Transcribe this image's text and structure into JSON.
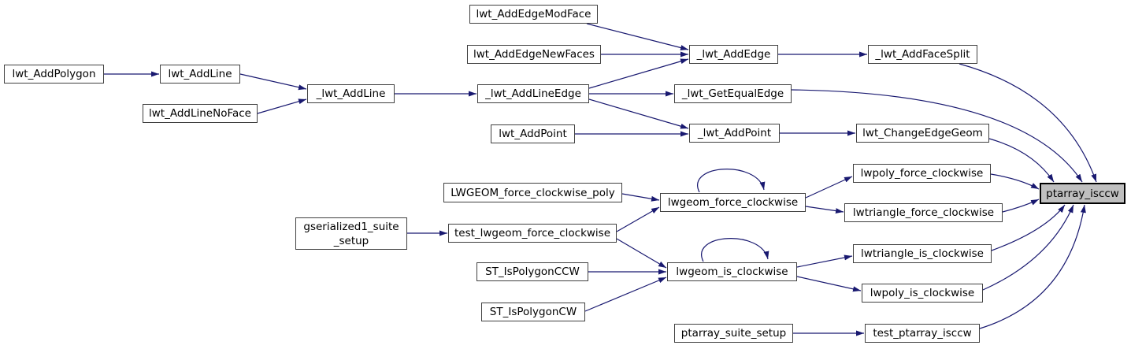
{
  "colors": {
    "background": "#ffffff",
    "edge": "#191970",
    "node_fill": "#ffffff",
    "node_border": "#404040",
    "node_text": "#000000",
    "highlight_fill": "#bfbfbf",
    "highlight_border": "#000000"
  },
  "graph": {
    "highlighted_node": "ptarray_isccw",
    "nodes": [
      {
        "id": "lwt_AddPolygon",
        "label": "lwt_AddPolygon"
      },
      {
        "id": "lwt_AddLine",
        "label": "lwt_AddLine"
      },
      {
        "id": "lwt_AddLineNoFace",
        "label": "lwt_AddLineNoFace"
      },
      {
        "id": "_lwt_AddLine",
        "label": "_lwt_AddLine"
      },
      {
        "id": "lwt_AddEdgeModFace",
        "label": "lwt_AddEdgeModFace"
      },
      {
        "id": "lwt_AddEdgeNewFaces",
        "label": "lwt_AddEdgeNewFaces"
      },
      {
        "id": "_lwt_AddLineEdge",
        "label": "_lwt_AddLineEdge"
      },
      {
        "id": "lwt_AddPoint",
        "label": "lwt_AddPoint"
      },
      {
        "id": "_lwt_AddEdge",
        "label": "_lwt_AddEdge"
      },
      {
        "id": "_lwt_AddFaceSplit",
        "label": "_lwt_AddFaceSplit"
      },
      {
        "id": "_lwt_GetEqualEdge",
        "label": "_lwt_GetEqualEdge"
      },
      {
        "id": "_lwt_AddPoint",
        "label": "_lwt_AddPoint"
      },
      {
        "id": "lwt_ChangeEdgeGeom",
        "label": "lwt_ChangeEdgeGeom"
      },
      {
        "id": "lwpoly_force_clockwise",
        "label": "lwpoly_force_clockwise"
      },
      {
        "id": "lwtriangle_force_clockwise",
        "label": "lwtriangle_force_clockwise"
      },
      {
        "id": "ptarray_isccw",
        "label": "ptarray_isccw"
      },
      {
        "id": "LWGEOM_force_clockwise_poly",
        "label": "LWGEOM_force_clockwise_poly"
      },
      {
        "id": "lwgeom_force_clockwise",
        "label": "lwgeom_force_clockwise"
      },
      {
        "id": "gserialized1_suite_setup",
        "label": "gserialized1_suite\n_setup"
      },
      {
        "id": "test_lwgeom_force_clockwise",
        "label": "test_lwgeom_force_clockwise"
      },
      {
        "id": "ST_IsPolygonCCW",
        "label": "ST_IsPolygonCCW"
      },
      {
        "id": "ST_IsPolygonCW",
        "label": "ST_IsPolygonCW"
      },
      {
        "id": "lwgeom_is_clockwise",
        "label": "lwgeom_is_clockwise"
      },
      {
        "id": "lwtriangle_is_clockwise",
        "label": "lwtriangle_is_clockwise"
      },
      {
        "id": "lwpoly_is_clockwise",
        "label": "lwpoly_is_clockwise"
      },
      {
        "id": "ptarray_suite_setup",
        "label": "ptarray_suite_setup"
      },
      {
        "id": "test_ptarray_isccw",
        "label": "test_ptarray_isccw"
      }
    ],
    "edges": [
      {
        "from": "lwt_AddPolygon",
        "to": "lwt_AddLine"
      },
      {
        "from": "lwt_AddLine",
        "to": "_lwt_AddLine"
      },
      {
        "from": "lwt_AddLineNoFace",
        "to": "_lwt_AddLine"
      },
      {
        "from": "_lwt_AddLine",
        "to": "_lwt_AddLineEdge"
      },
      {
        "from": "lwt_AddEdgeModFace",
        "to": "_lwt_AddEdge"
      },
      {
        "from": "lwt_AddEdgeNewFaces",
        "to": "_lwt_AddEdge"
      },
      {
        "from": "_lwt_AddLineEdge",
        "to": "_lwt_AddEdge"
      },
      {
        "from": "_lwt_AddLineEdge",
        "to": "_lwt_GetEqualEdge"
      },
      {
        "from": "_lwt_AddLineEdge",
        "to": "_lwt_AddPoint"
      },
      {
        "from": "lwt_AddPoint",
        "to": "_lwt_AddPoint"
      },
      {
        "from": "_lwt_AddEdge",
        "to": "_lwt_AddFaceSplit"
      },
      {
        "from": "_lwt_AddPoint",
        "to": "lwt_ChangeEdgeGeom"
      },
      {
        "from": "_lwt_AddFaceSplit",
        "to": "ptarray_isccw"
      },
      {
        "from": "_lwt_GetEqualEdge",
        "to": "ptarray_isccw"
      },
      {
        "from": "lwt_ChangeEdgeGeom",
        "to": "ptarray_isccw"
      },
      {
        "from": "LWGEOM_force_clockwise_poly",
        "to": "lwgeom_force_clockwise"
      },
      {
        "from": "test_lwgeom_force_clockwise",
        "to": "lwgeom_force_clockwise"
      },
      {
        "from": "lwgeom_force_clockwise",
        "to": "lwgeom_force_clockwise"
      },
      {
        "from": "lwgeom_force_clockwise",
        "to": "lwpoly_force_clockwise"
      },
      {
        "from": "lwgeom_force_clockwise",
        "to": "lwtriangle_force_clockwise"
      },
      {
        "from": "lwpoly_force_clockwise",
        "to": "ptarray_isccw"
      },
      {
        "from": "lwtriangle_force_clockwise",
        "to": "ptarray_isccw"
      },
      {
        "from": "gserialized1_suite_setup",
        "to": "test_lwgeom_force_clockwise"
      },
      {
        "from": "test_lwgeom_force_clockwise",
        "to": "lwgeom_is_clockwise"
      },
      {
        "from": "ST_IsPolygonCCW",
        "to": "lwgeom_is_clockwise"
      },
      {
        "from": "ST_IsPolygonCW",
        "to": "lwgeom_is_clockwise"
      },
      {
        "from": "lwgeom_is_clockwise",
        "to": "lwgeom_is_clockwise"
      },
      {
        "from": "lwgeom_is_clockwise",
        "to": "lwtriangle_is_clockwise"
      },
      {
        "from": "lwgeom_is_clockwise",
        "to": "lwpoly_is_clockwise"
      },
      {
        "from": "lwtriangle_is_clockwise",
        "to": "ptarray_isccw"
      },
      {
        "from": "lwpoly_is_clockwise",
        "to": "ptarray_isccw"
      },
      {
        "from": "ptarray_suite_setup",
        "to": "test_ptarray_isccw"
      },
      {
        "from": "test_ptarray_isccw",
        "to": "ptarray_isccw"
      }
    ]
  }
}
